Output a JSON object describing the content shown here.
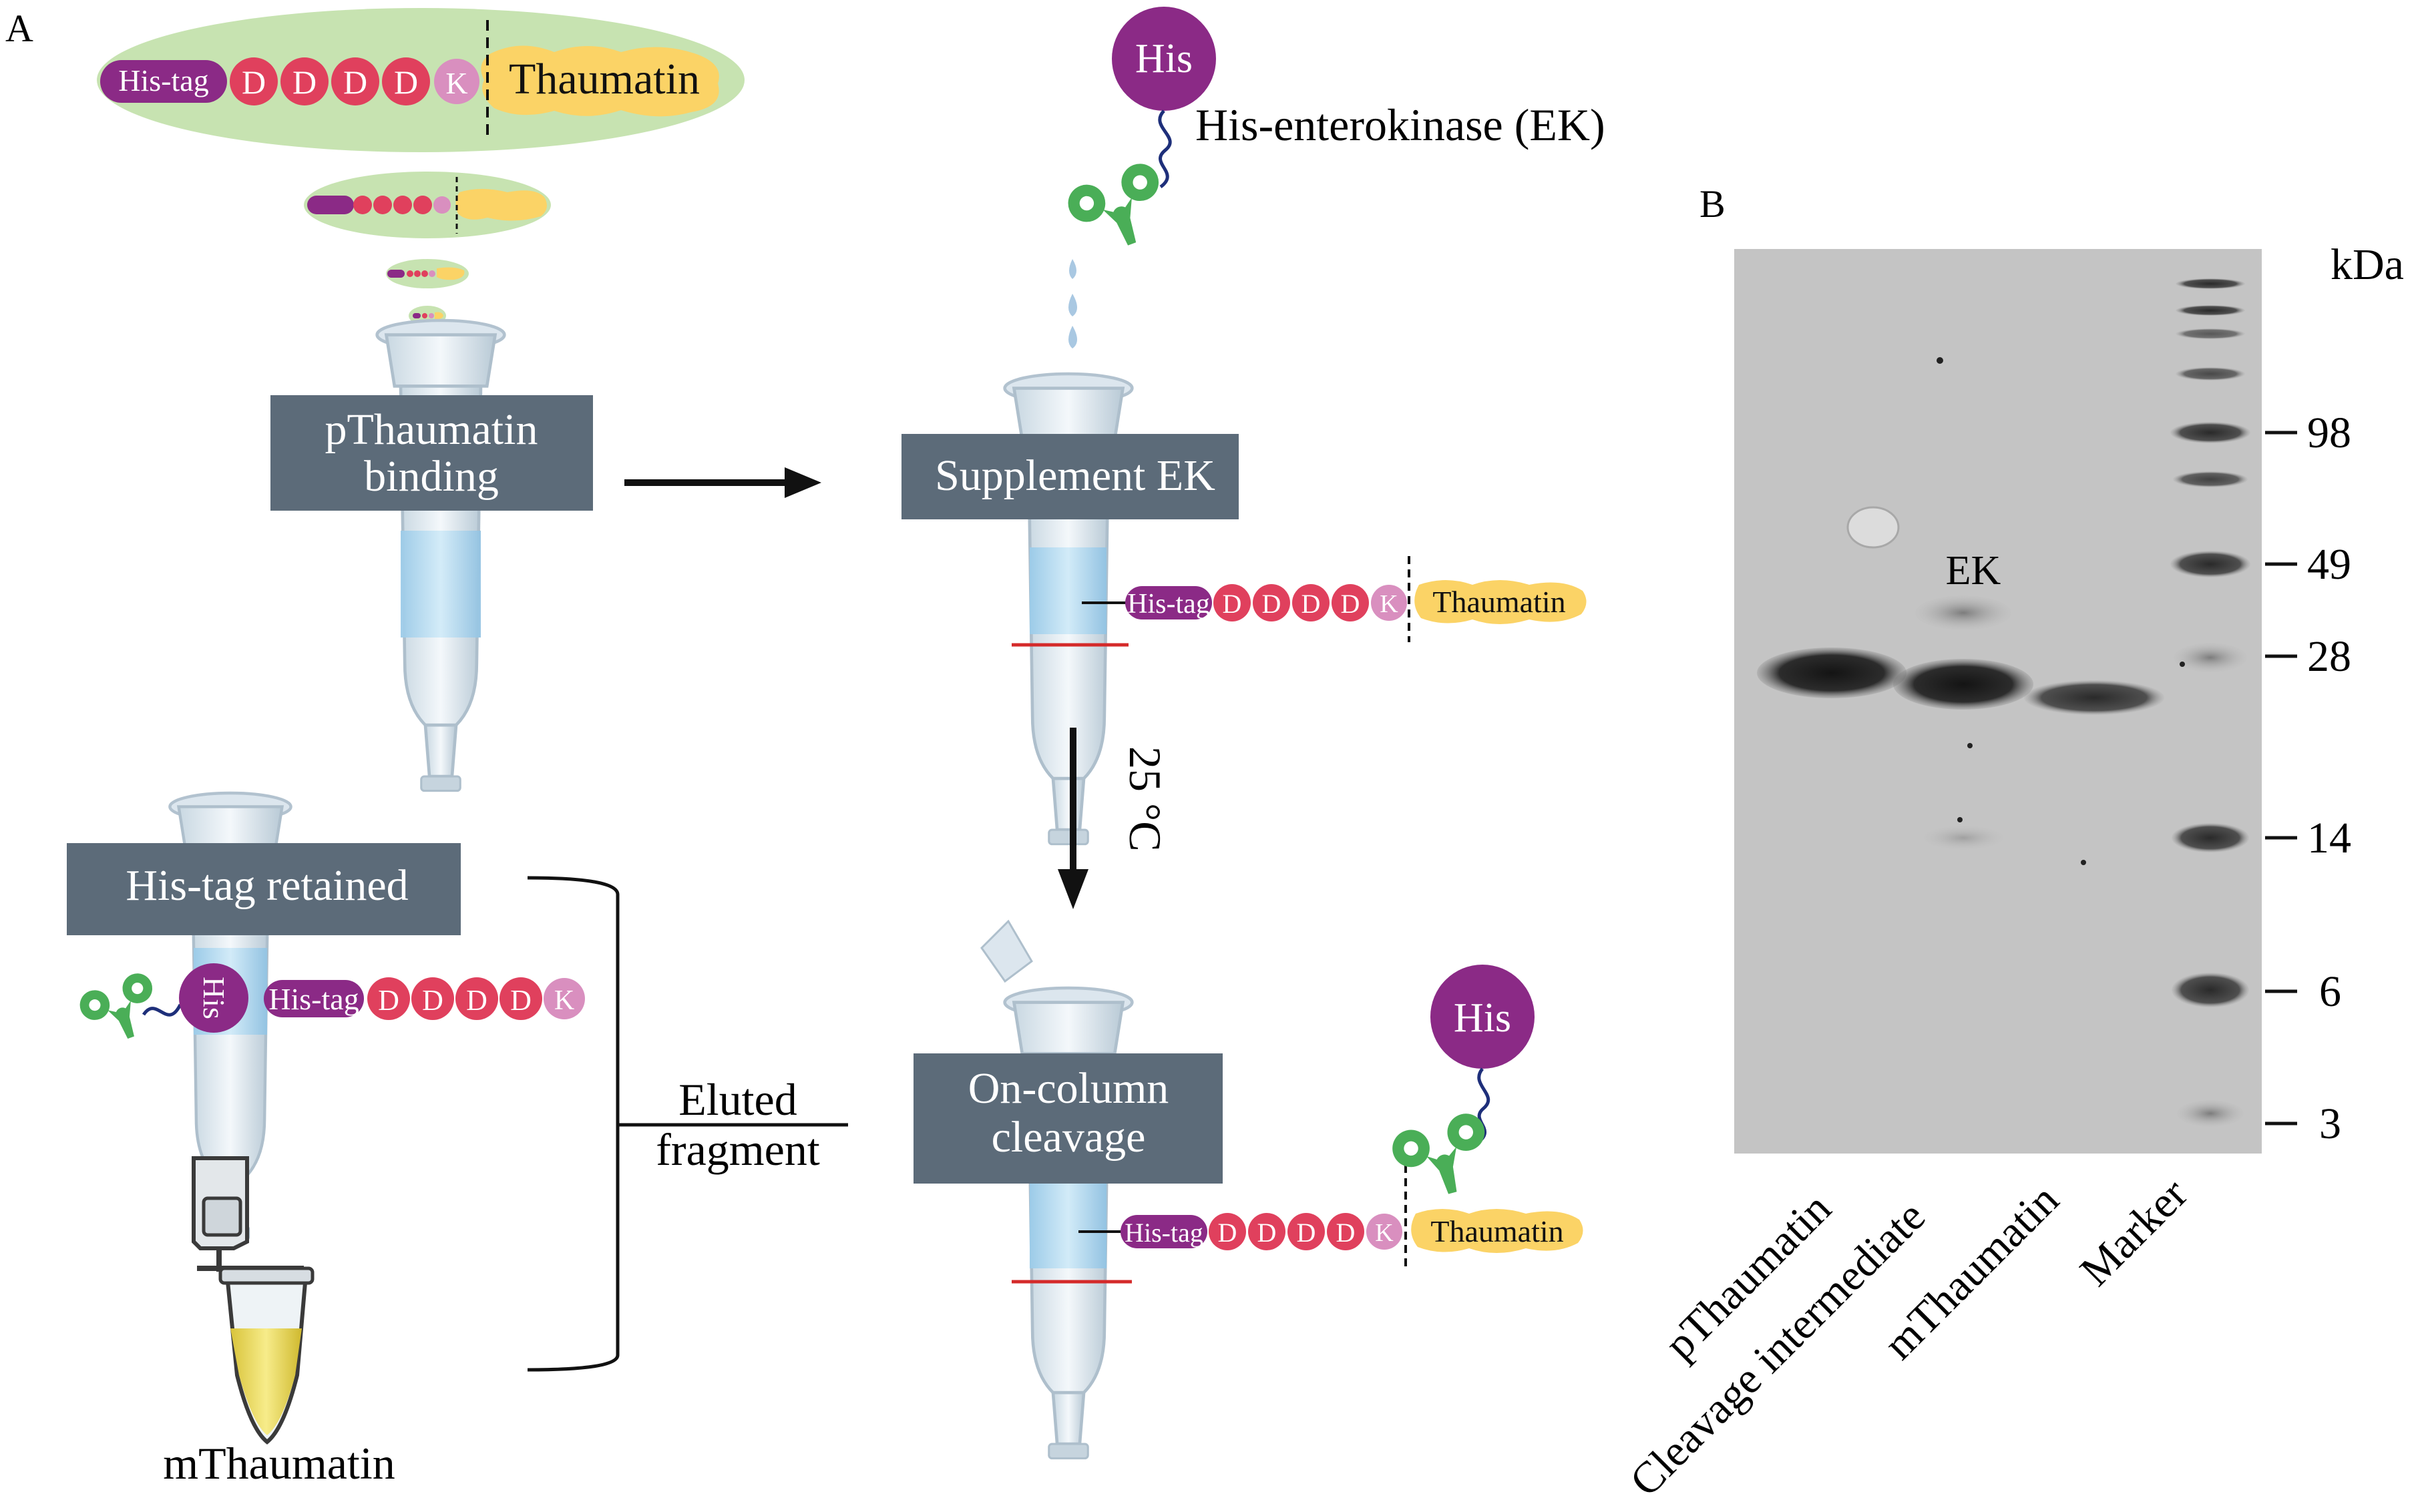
{
  "panel_a": {
    "letter": "A",
    "steps": {
      "binding": {
        "line1": "pThaumatin",
        "line2": "binding"
      },
      "supplement": "Supplement EK",
      "cleavage": {
        "line1": "On-column",
        "line2": "cleavage"
      },
      "retained": "His-tag retained"
    },
    "enzyme": {
      "his_label": "His",
      "name": "His-enterokinase (EK)"
    },
    "construct": {
      "tag": "His-tag",
      "d1": "D",
      "d2": "D",
      "d3": "D",
      "d4": "D",
      "k": "K",
      "protein": "Thaumatin"
    },
    "temperature": "25 °C",
    "eluted": {
      "line1": "Eluted",
      "line2": "fragment"
    },
    "product": "mThaumatin"
  },
  "panel_b": {
    "letter": "B",
    "unit": "kDa",
    "ek_label": "EK",
    "markers": [
      "98",
      "49",
      "28",
      "14",
      "6",
      "3"
    ],
    "lanes": [
      "pThaumatin",
      "Cleavage intermediate",
      "mThaumatin",
      "Marker"
    ]
  },
  "colors": {
    "tag_purple": "#8b2a86",
    "d_red": "#e0405d",
    "k_pink": "#d98fbf",
    "thaumatin_yellow": "#fbd366",
    "label_box": "#5c6b79",
    "enzyme_green": "#4aae57",
    "buffer_blue": "#bfe1f5",
    "gel_gray": "#c4c4c4"
  }
}
